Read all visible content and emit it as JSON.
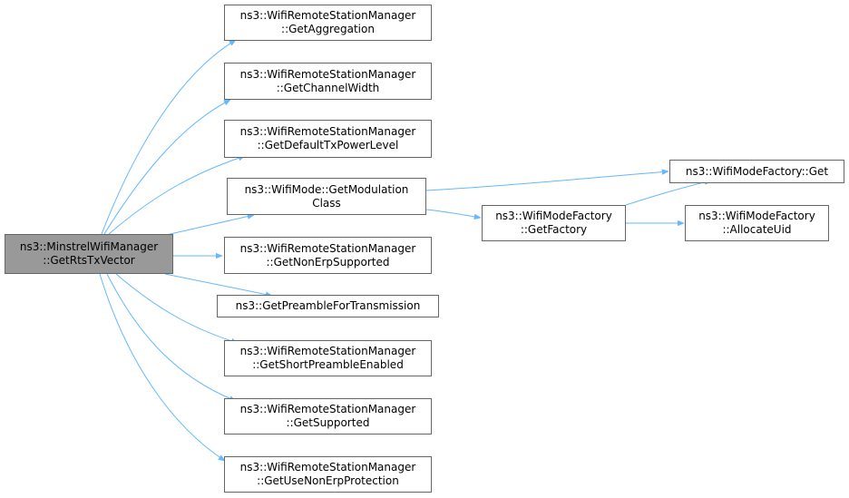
{
  "colors": {
    "edge": "#63b8ff",
    "node_border": "#666666",
    "root_fill": "#999999"
  },
  "nodes": {
    "root": {
      "line1": "ns3::MinstrelWifiManager",
      "line2": "::GetRtsTxVector"
    },
    "agg": {
      "line1": "ns3::WifiRemoteStationManager",
      "line2": "::GetAggregation"
    },
    "chw": {
      "line1": "ns3::WifiRemoteStationManager",
      "line2": "::GetChannelWidth"
    },
    "dtx": {
      "line1": "ns3::WifiRemoteStationManager",
      "line2": "::GetDefaultTxPowerLevel"
    },
    "modc": {
      "line1": "ns3::WifiMode::GetModulation",
      "line2": "Class"
    },
    "nonerp": {
      "line1": "ns3::WifiRemoteStationManager",
      "line2": "::GetNonErpSupported"
    },
    "pre": {
      "line1": "ns3::GetPreambleForTransmission"
    },
    "shortp": {
      "line1": "ns3::WifiRemoteStationManager",
      "line2": "::GetShortPreambleEnabled"
    },
    "sup": {
      "line1": "ns3::WifiRemoteStationManager",
      "line2": "::GetSupported"
    },
    "usenon": {
      "line1": "ns3::WifiRemoteStationManager",
      "line2": "::GetUseNonErpProtection"
    },
    "factory": {
      "line1": "ns3::WifiModeFactory",
      "line2": "::GetFactory"
    },
    "get": {
      "line1": "ns3::WifiModeFactory::Get"
    },
    "alloc": {
      "line1": "ns3::WifiModeFactory",
      "line2": "::AllocateUid"
    }
  }
}
